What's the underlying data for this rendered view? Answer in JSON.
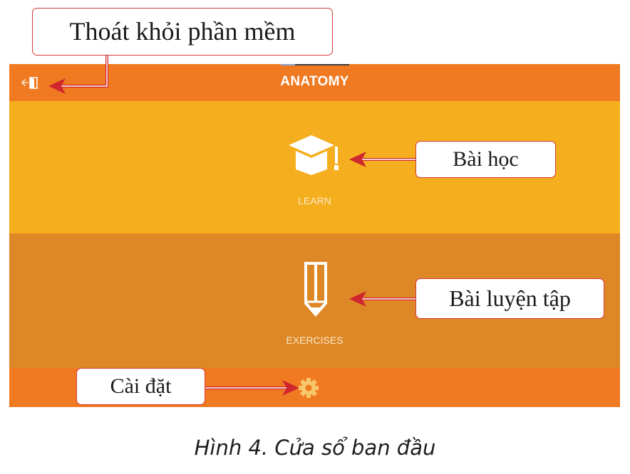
{
  "app": {
    "title": "ANATOMY",
    "exit_icon": "exit-door-icon",
    "colors": {
      "header": "#f07a22",
      "learn_bg": "#f5ae1d",
      "exercises_bg": "#de8726",
      "footer": "#f07a22",
      "gear": "#f6c86a",
      "callout_border": "#d23a3a",
      "arrow": "#d0262e"
    },
    "sections": [
      {
        "id": "learn",
        "label": "LEARN",
        "icon": "graduation-cap-icon"
      },
      {
        "id": "exercises",
        "label": "EXERCISES",
        "icon": "pencil-icon"
      }
    ],
    "footer": {
      "icon": "gear-icon"
    }
  },
  "callouts": {
    "exit": "Thoát khỏi phần mềm",
    "learn": "Bài học",
    "exercises": "Bài luyện tập",
    "settings": "Cài đặt"
  },
  "caption": "Hình 4. Cửa sổ ban đầu"
}
